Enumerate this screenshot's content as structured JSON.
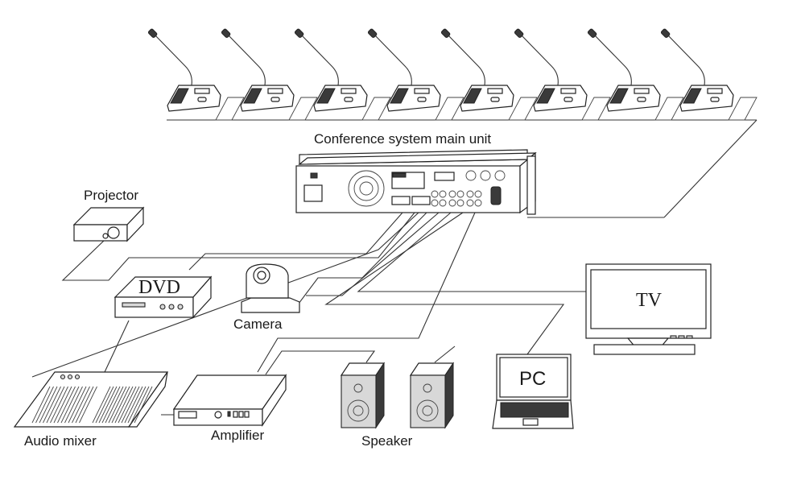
{
  "diagram": {
    "title": "Conference system wiring diagram",
    "nodes": {
      "main_unit": "Conference system main unit",
      "projector": "Projector",
      "dvd": "DVD",
      "camera": "Camera",
      "tv": "TV",
      "pc": "PC",
      "audio_mixer": "Audio mixer",
      "amplifier": "Amplifier",
      "speaker": "Speaker"
    },
    "microphone_unit_count": 8,
    "speaker_count": 2,
    "connections": [
      [
        "Conference system main unit",
        "Microphone units (daisy chain)"
      ],
      [
        "Conference system main unit",
        "Projector"
      ],
      [
        "Conference system main unit",
        "DVD"
      ],
      [
        "Conference system main unit",
        "Camera"
      ],
      [
        "Conference system main unit",
        "TV"
      ],
      [
        "Conference system main unit",
        "PC"
      ],
      [
        "Conference system main unit",
        "Audio mixer"
      ],
      [
        "Conference system main unit",
        "Amplifier"
      ],
      [
        "DVD",
        "Audio mixer"
      ],
      [
        "Audio mixer",
        "Amplifier"
      ],
      [
        "Amplifier",
        "Speaker"
      ]
    ]
  }
}
